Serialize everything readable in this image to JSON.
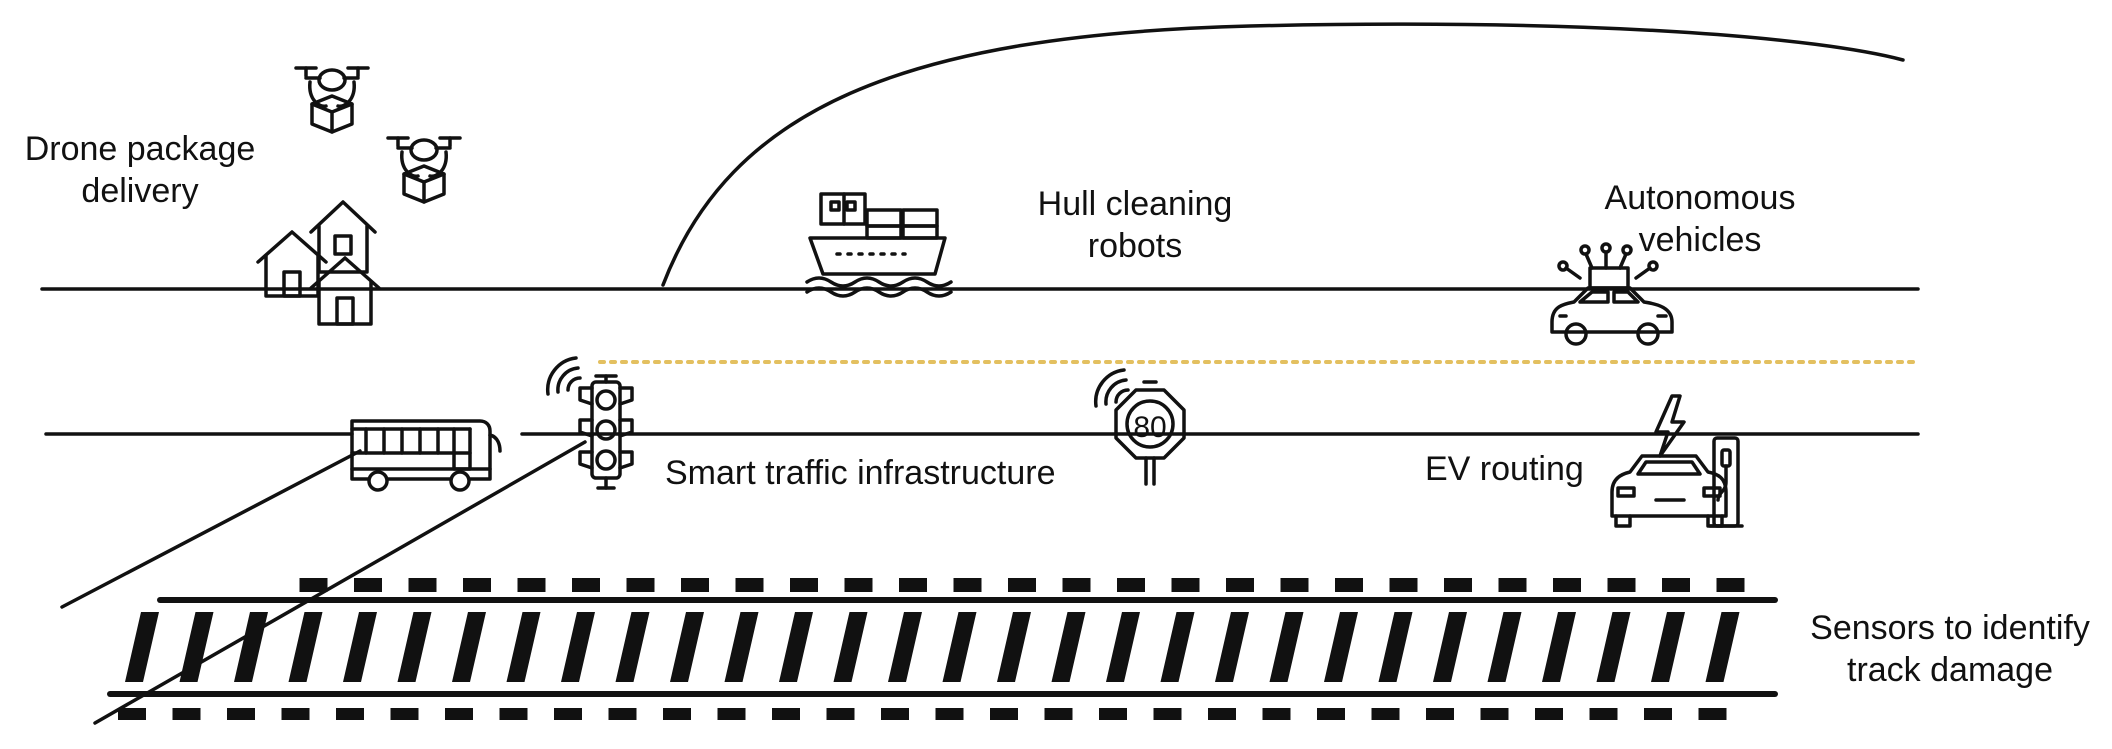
{
  "labels": {
    "drone": {
      "line1": "Drone package",
      "line2": "delivery"
    },
    "hull": {
      "line1": "Hull cleaning",
      "line2": "robots"
    },
    "autonomous": {
      "line1": "Autonomous",
      "line2": "vehicles"
    },
    "smart_traffic": "Smart traffic infrastructure",
    "ev": "EV routing",
    "track": {
      "line1": "Sensors to identify",
      "line2": "track damage"
    }
  },
  "speed_limit": "80",
  "colors": {
    "ink": "#111111",
    "lane_divider": "#E3C060",
    "background": "#FFFFFF"
  },
  "icons": [
    "drone-icon",
    "package-icon",
    "house-icon",
    "ship-icon",
    "bus-icon",
    "traffic-light-icon",
    "wifi-signal-icon",
    "speed-sign-icon",
    "autonomous-car-icon",
    "ev-charger-icon",
    "lightning-icon",
    "railway-track-icon"
  ]
}
